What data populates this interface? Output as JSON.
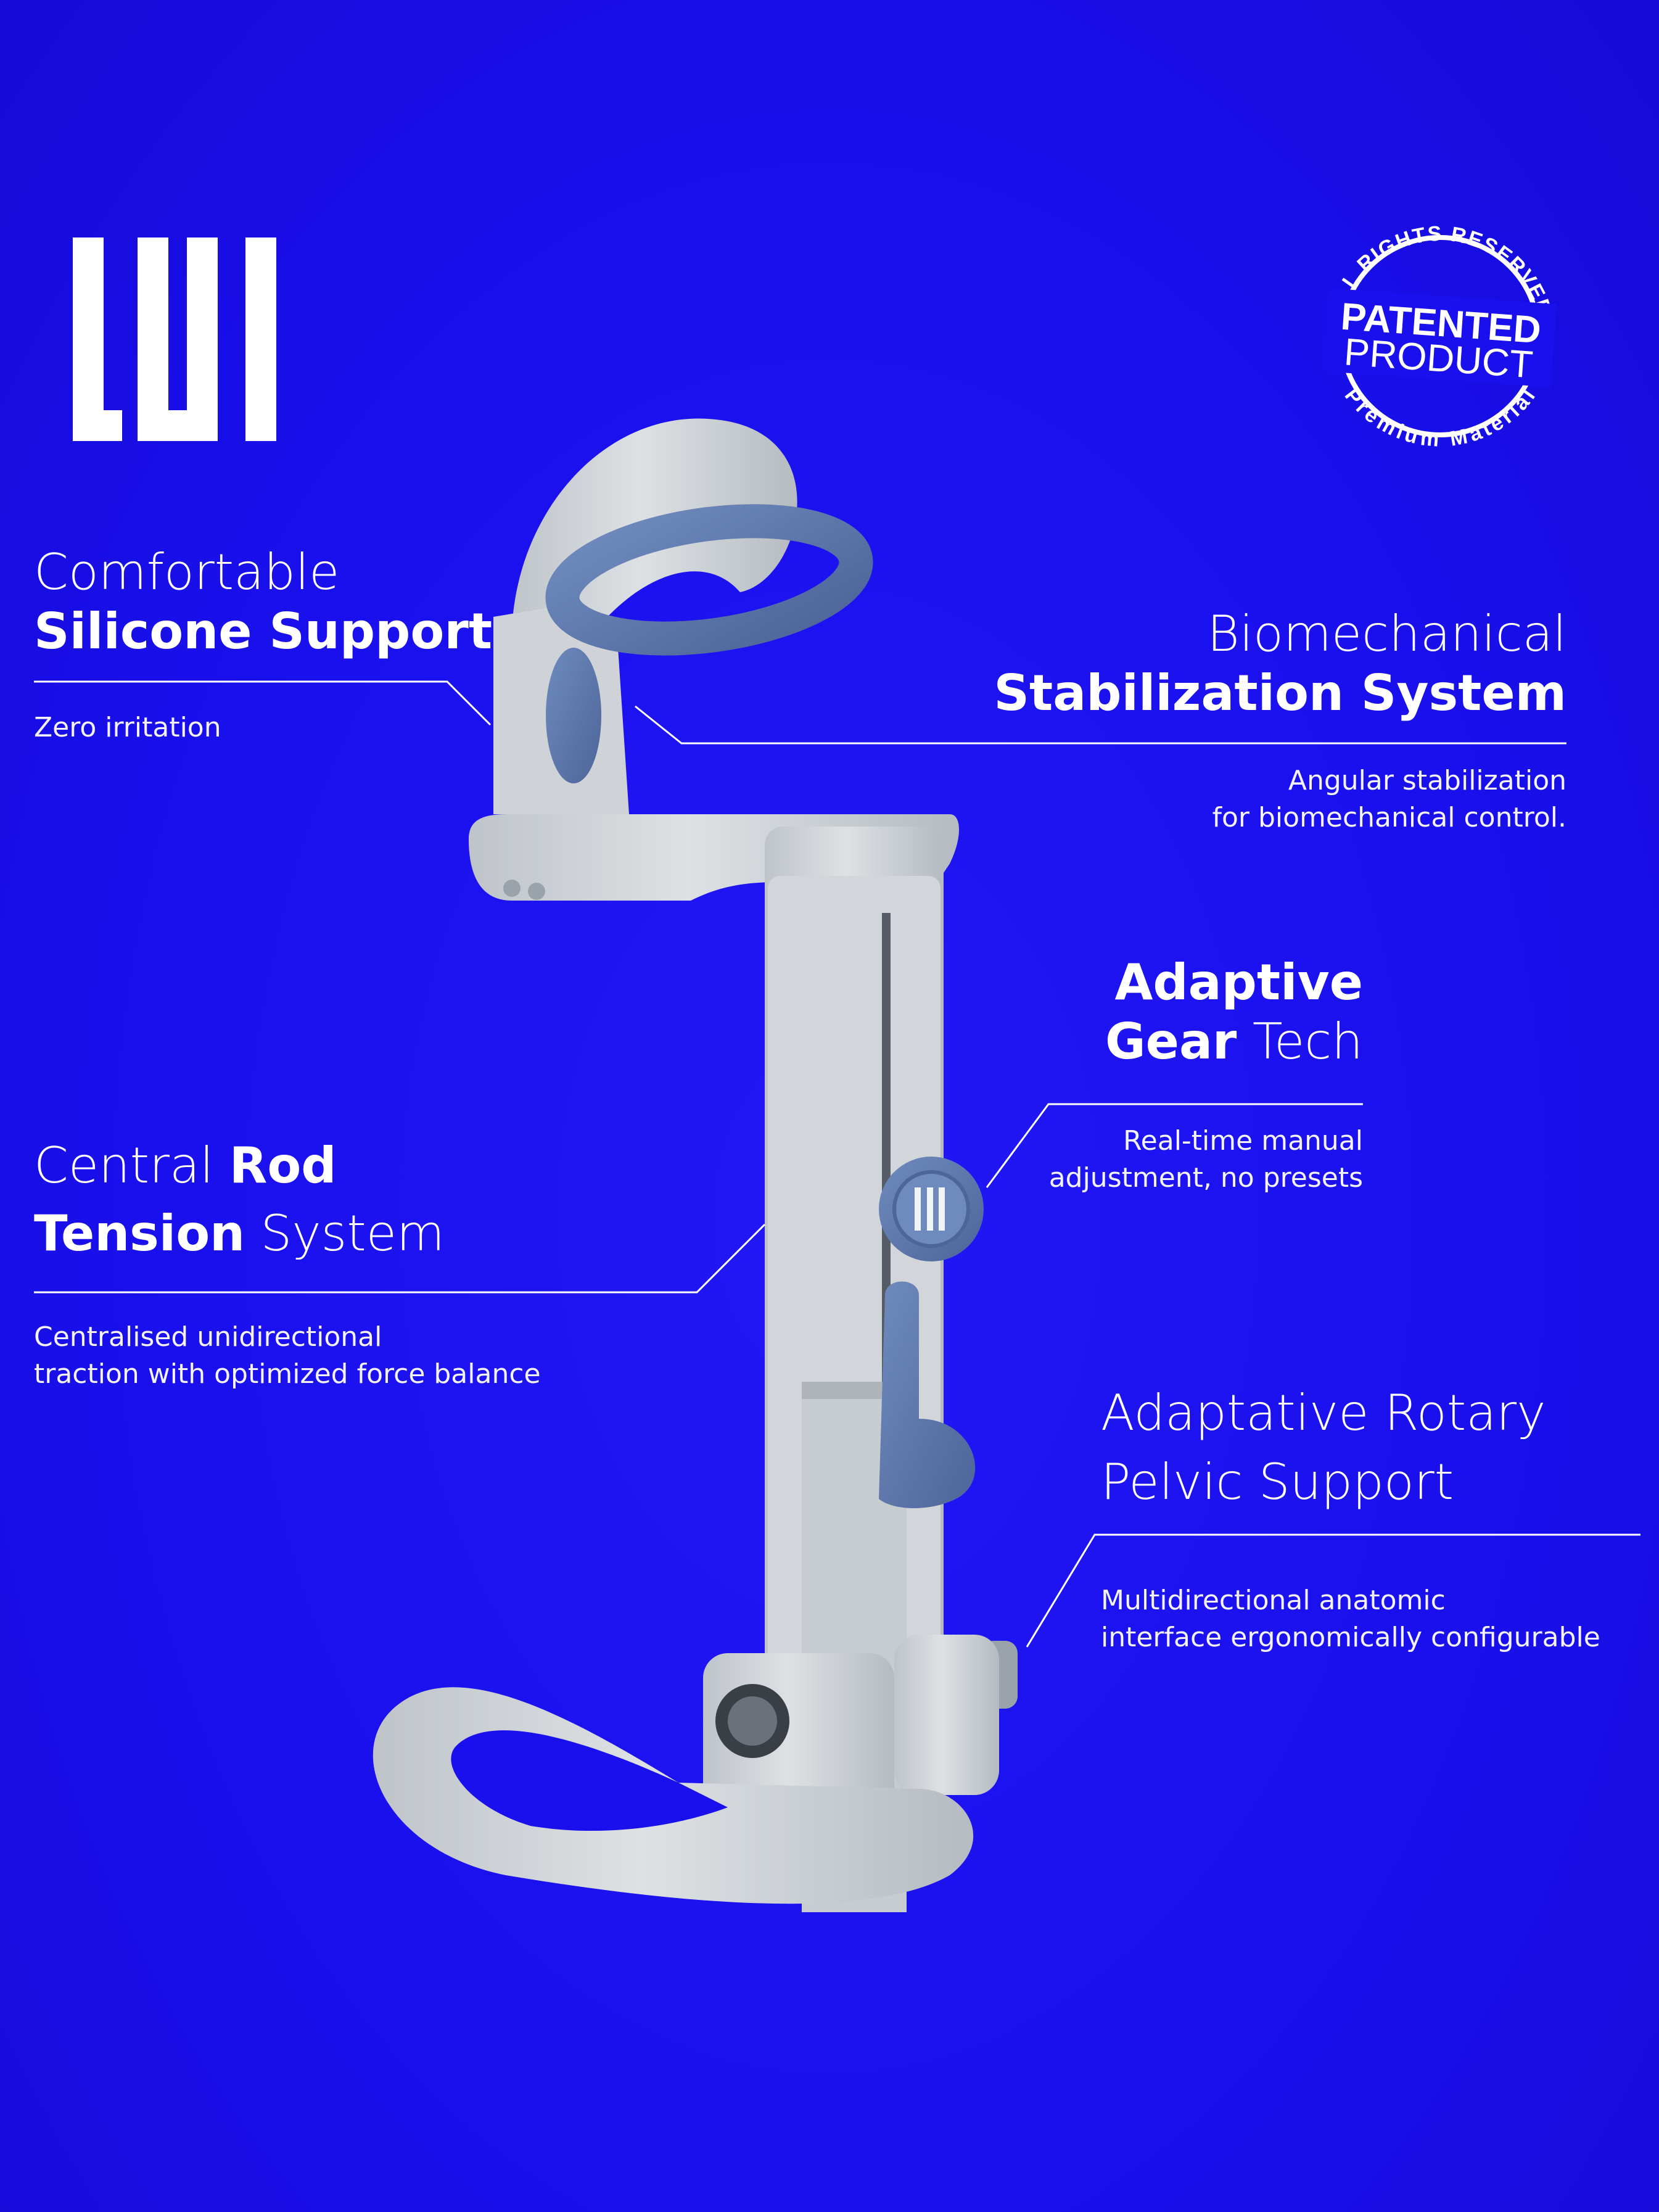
{
  "brand": {
    "logo_text": "LUI"
  },
  "badge": {
    "top_arc": "ALL RIGHTS RESERVED",
    "line1": "PATENTED",
    "line2": "PRODUCT",
    "bottom_arc": "Premium Material"
  },
  "features": {
    "silicone": {
      "title_light": "Comfortable",
      "title_bold": "Silicone Support",
      "desc": "Zero irritation"
    },
    "biomech": {
      "title_light": "Biomechanical",
      "title_bold": "Stabilization System",
      "desc_line1": "Angular stabilization",
      "desc_line2": "for biomechanical control."
    },
    "gear": {
      "title_bold1": "Adaptive",
      "title_bold2": "Gear",
      "title_light2": "Tech",
      "desc_line1": "Real-time manual",
      "desc_line2": "adjustment, no presets"
    },
    "rod": {
      "title_light1": "Central",
      "title_bold1": "Rod",
      "title_bold2": "Tension",
      "title_light2": "System",
      "desc_line1": "Centralised unidirectional",
      "desc_line2": "traction with optimized force balance"
    },
    "pelvic": {
      "title_line1": "Adaptative Rotary",
      "title_line2": "Pelvic Support",
      "desc_line1": "Multidirectional anatomic",
      "desc_line2": "interface ergonomically configurable"
    }
  },
  "colors": {
    "background": "#1a10ee",
    "device_body": "#d8dcdf",
    "device_accent": "#5d79ad",
    "text": "#ffffff"
  }
}
